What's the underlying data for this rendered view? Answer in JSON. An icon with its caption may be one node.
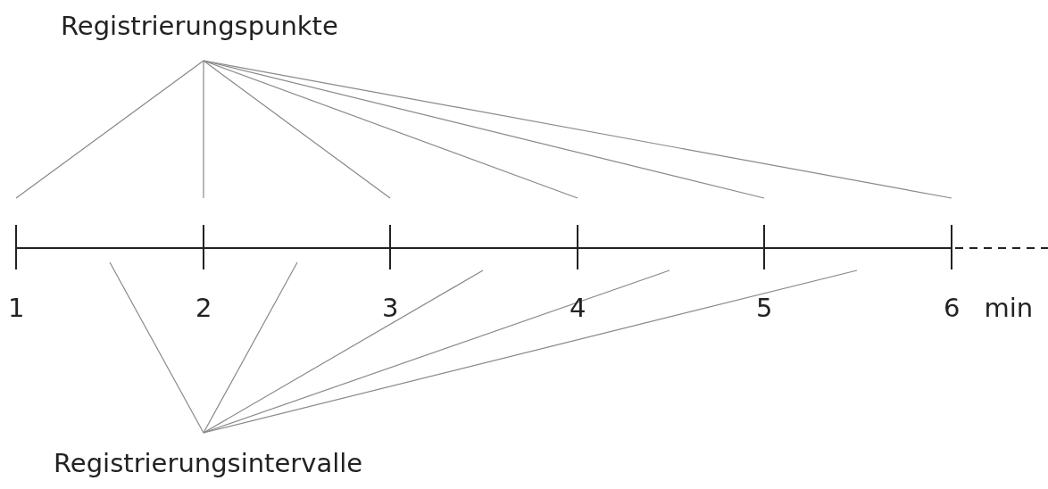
{
  "diagram": {
    "nodes": [
      {
        "text": [
          "Registrierungspunkte"
        ]
      },
      {
        "text": [],
        "shape": "tick"
      },
      {
        "text": [],
        "shape": "tick"
      },
      {
        "text": [],
        "shape": "tick"
      },
      {
        "text": [],
        "shape": "tick"
      },
      {
        "text": [],
        "shape": "tick"
      },
      {
        "text": [],
        "shape": "tick"
      },
      {
        "text": [],
        "shape": "segment"
      },
      {
        "text": [],
        "shape": "segment"
      },
      {
        "text": [],
        "shape": "segment"
      },
      {
        "text": [],
        "shape": "segment"
      },
      {
        "text": [],
        "shape": "segment"
      },
      {
        "text": [
          "Registrierungsintervalle"
        ]
      }
    ],
    "edges": [
      {
        "from": 0,
        "to": 1,
        "arrow": "none"
      },
      {
        "from": 0,
        "to": 2,
        "arrow": "none"
      },
      {
        "from": 0,
        "to": 3,
        "arrow": "none"
      },
      {
        "from": 0,
        "to": 4,
        "arrow": "none"
      },
      {
        "from": 0,
        "to": 5,
        "arrow": "none"
      },
      {
        "from": 0,
        "to": 6,
        "arrow": "none"
      },
      {
        "from": 12,
        "to": 7,
        "arrow": "none"
      },
      {
        "from": 12,
        "to": 8,
        "arrow": "none"
      },
      {
        "from": 12,
        "to": 9,
        "arrow": "none"
      },
      {
        "from": 12,
        "to": 10,
        "arrow": "none"
      },
      {
        "from": 12,
        "to": 11,
        "arrow": "none"
      }
    ],
    "labels": [
      "1",
      "2",
      "3",
      "4",
      "5",
      "6",
      "min"
    ]
  }
}
